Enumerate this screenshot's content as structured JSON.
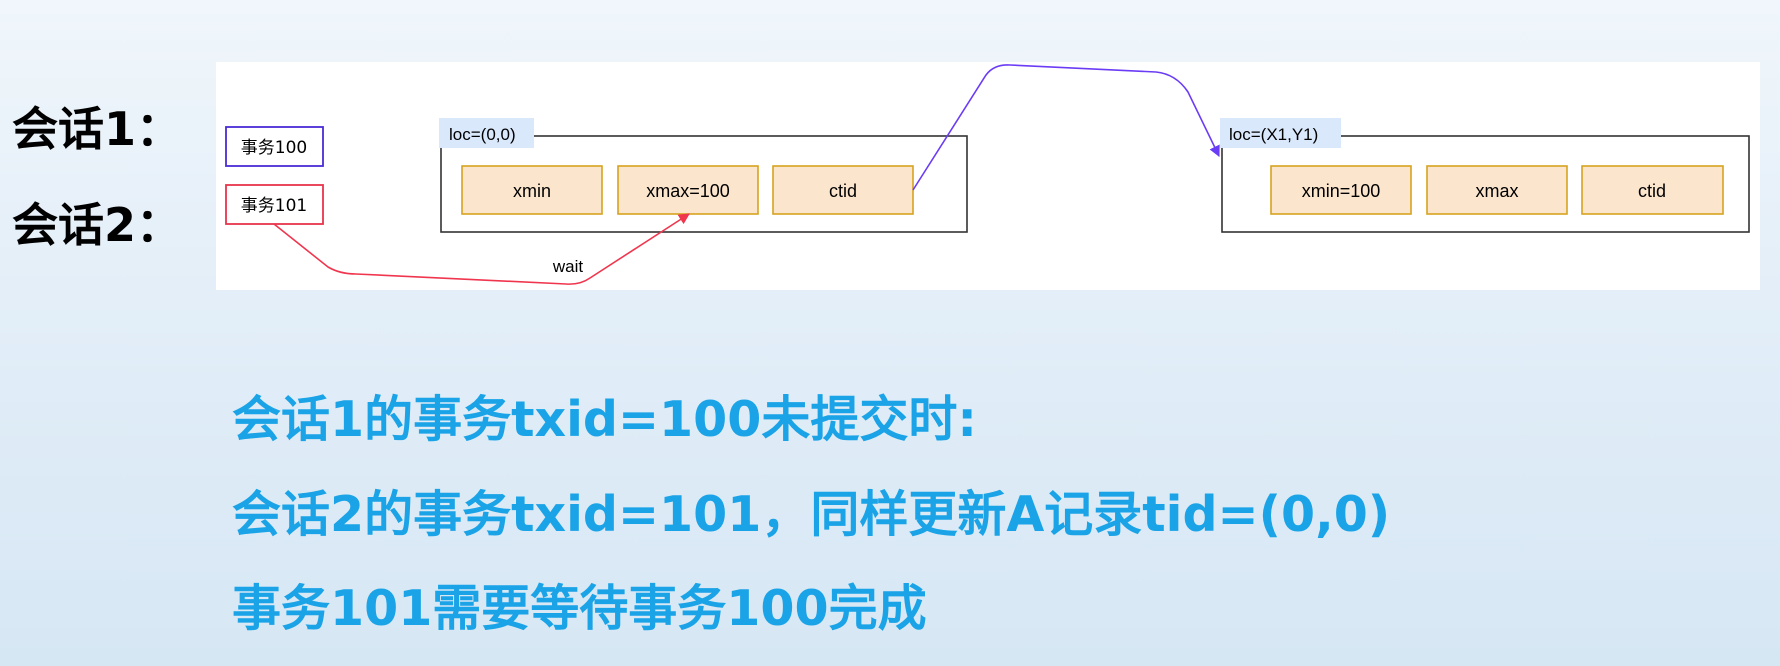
{
  "sessions": {
    "session1": "会话1：",
    "session2": "会话2："
  },
  "diagram": {
    "tx100_label": "事务100",
    "tx101_label": "事务101",
    "tuple_old": {
      "loc": "loc=(0,0)",
      "fields": [
        "xmin",
        "xmax=100",
        "ctid"
      ]
    },
    "tuple_new": {
      "loc": "loc=(X1,Y1)",
      "fields": [
        "xmin=100",
        "xmax",
        "ctid"
      ]
    },
    "wait_label": "wait",
    "colors": {
      "field_fill": "#fce5cd",
      "field_stroke": "#d6a31f",
      "loc_bg": "#dae8fc",
      "tx100_border": "#4b2bd6",
      "tx101_border": "#e8344a",
      "purple_arrow": "#6b3cf5",
      "red_arrow": "#f0364e"
    }
  },
  "explanation": {
    "line1": "会话1的事务txid=100未提交时:",
    "line2": "会话2的事务txid=101，同样更新A记录tid=(0,0)",
    "line3": "事务101需要等待事务100完成",
    "color": "#1aa3e6"
  }
}
